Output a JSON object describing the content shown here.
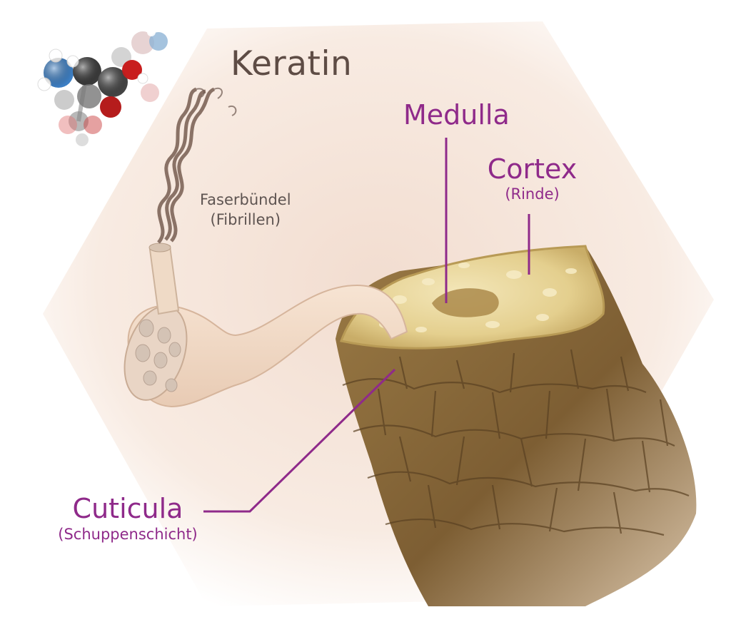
{
  "title": "Keratin",
  "labels": {
    "fiber_bundle": {
      "name": "Faserbündel",
      "sub": "(Fibrillen)"
    },
    "medulla": {
      "name": "Medulla"
    },
    "cortex": {
      "name": "Cortex",
      "sub": "(Rinde)"
    },
    "cuticle": {
      "name": "Cuticula",
      "sub": "(Schuppenschicht)"
    }
  },
  "colors": {
    "label_accent": "#8f2a8a",
    "title_text": "#5e4c45",
    "hair_shaft": "#8b6a3a",
    "cortex_top": "#e9d9a0",
    "fiber": "#f0d9c6",
    "background_glow": "#f6e4d8"
  },
  "icons": {
    "molecule": "keratin-molecule-icon"
  }
}
